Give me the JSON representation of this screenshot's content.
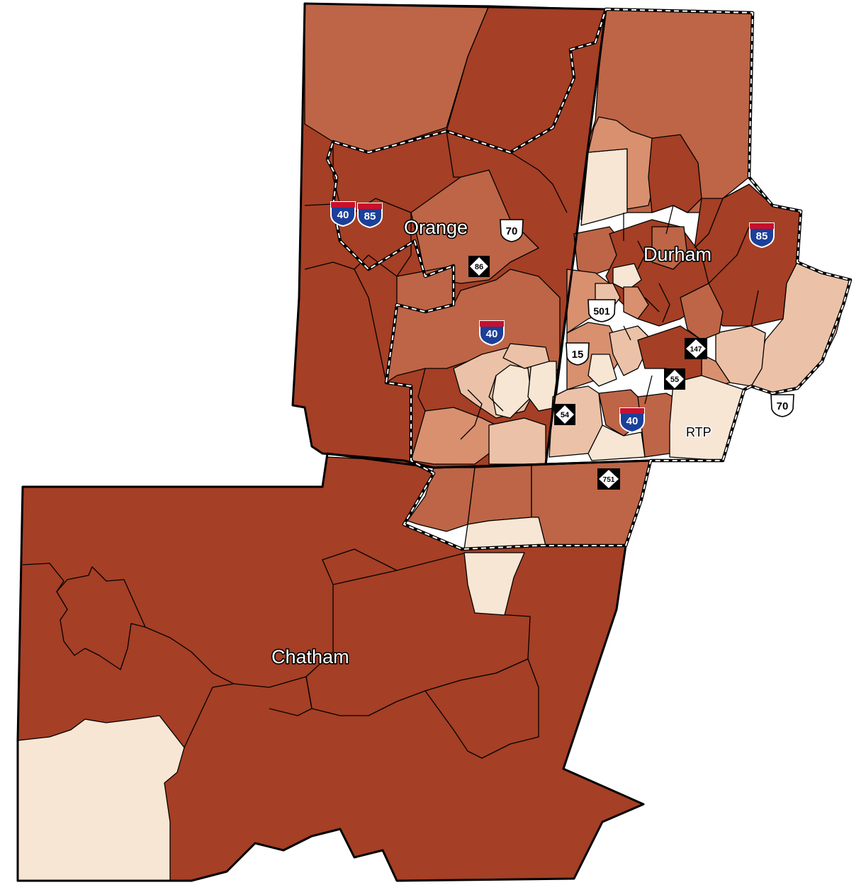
{
  "colors": {
    "class_5_highest": "#a53f25",
    "class_4": "#bd6546",
    "class_3": "#d8906f",
    "class_2": "#ebc2a7",
    "class_1_lowest": "#f8e6d4"
  },
  "counties": [
    {
      "name": "Orange"
    },
    {
      "name": "Durham"
    },
    {
      "name": "Chatham"
    }
  ],
  "places": [
    {
      "name": "RTP"
    }
  ],
  "routes": [
    {
      "type": "interstate-shield",
      "number": "40"
    },
    {
      "type": "interstate-shield",
      "number": "85"
    },
    {
      "type": "us-shield",
      "number": "70"
    },
    {
      "type": "nc-shield",
      "number": "86"
    },
    {
      "type": "interstate-shield",
      "number": "85"
    },
    {
      "type": "us-shield",
      "number": "501"
    },
    {
      "type": "interstate-shield",
      "number": "40"
    },
    {
      "type": "us-shield",
      "number": "15"
    },
    {
      "type": "nc-shield",
      "number": "147"
    },
    {
      "type": "nc-shield",
      "number": "55"
    },
    {
      "type": "nc-shield",
      "number": "54"
    },
    {
      "type": "interstate-shield",
      "number": "40"
    },
    {
      "type": "us-shield",
      "number": "70"
    },
    {
      "type": "nc-shield",
      "number": "751"
    }
  ]
}
